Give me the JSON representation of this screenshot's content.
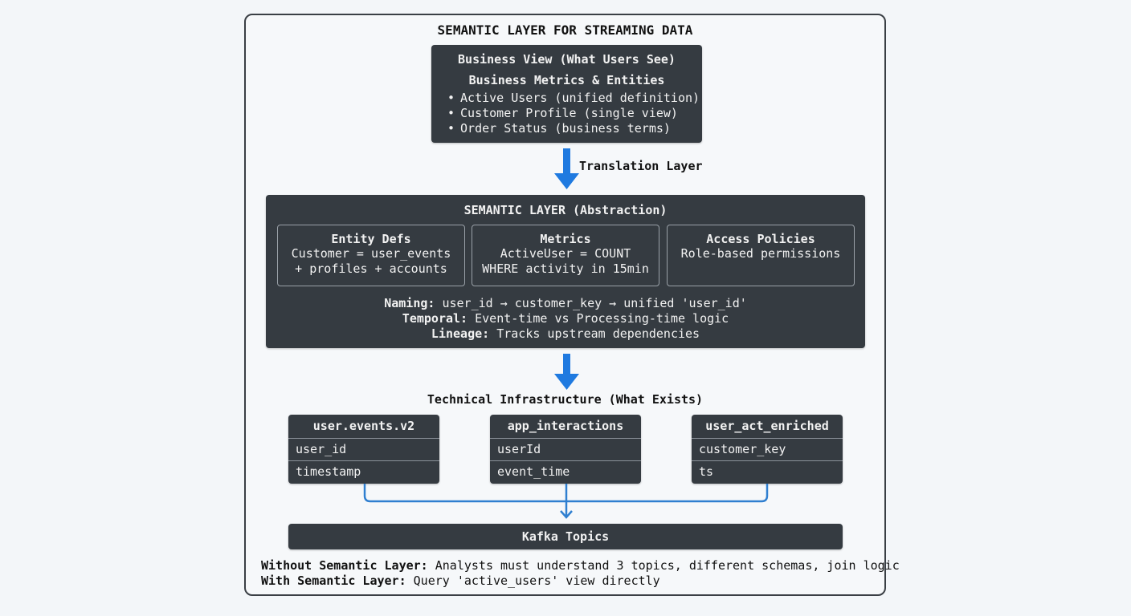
{
  "title": "SEMANTIC LAYER FOR STREAMING DATA",
  "business_view": {
    "heading": "Business View (What Users See)",
    "subheading": "Business Metrics & Entities",
    "items": [
      "Active Users (unified definition)",
      "Customer Profile (single view)",
      "Order Status (business terms)"
    ]
  },
  "translation_label": "Translation Layer",
  "semantic_layer": {
    "heading": "SEMANTIC LAYER (Abstraction)",
    "boxes": [
      {
        "title": "Entity Defs",
        "lines": [
          "Customer = user_events",
          "+ profiles + accounts"
        ]
      },
      {
        "title": "Metrics",
        "lines": [
          "ActiveUser = COUNT",
          "WHERE activity in 15min"
        ]
      },
      {
        "title": "Access Policies",
        "lines": [
          "Role-based permissions"
        ]
      }
    ],
    "notes": [
      {
        "label": "Naming:",
        "text": "user_id → customer_key → unified 'user_id'"
      },
      {
        "label": "Temporal:",
        "text": "Event-time vs Processing-time logic"
      },
      {
        "label": "Lineage:",
        "text": "Tracks upstream dependencies"
      }
    ]
  },
  "tech_label": "Technical Infrastructure (What Exists)",
  "topics": [
    {
      "name": "user.events.v2",
      "fields": [
        "user_id",
        "timestamp"
      ]
    },
    {
      "name": "app_interactions",
      "fields": [
        "userId",
        "event_time"
      ]
    },
    {
      "name": "user_act_enriched",
      "fields": [
        "customer_key",
        "ts"
      ]
    }
  ],
  "kafka_label": "Kafka Topics",
  "footer": [
    {
      "label": "Without Semantic Layer:",
      "text": "Analysts must understand 3 topics, different schemas, join logic"
    },
    {
      "label": "With Semantic Layer:",
      "text": "Query 'active_users' view directly"
    }
  ],
  "colors": {
    "dark_box": "#353b41",
    "arrow_blue": "#1f7ae0",
    "connector_blue": "#2f7fd0",
    "frame": "#3a3f45"
  }
}
